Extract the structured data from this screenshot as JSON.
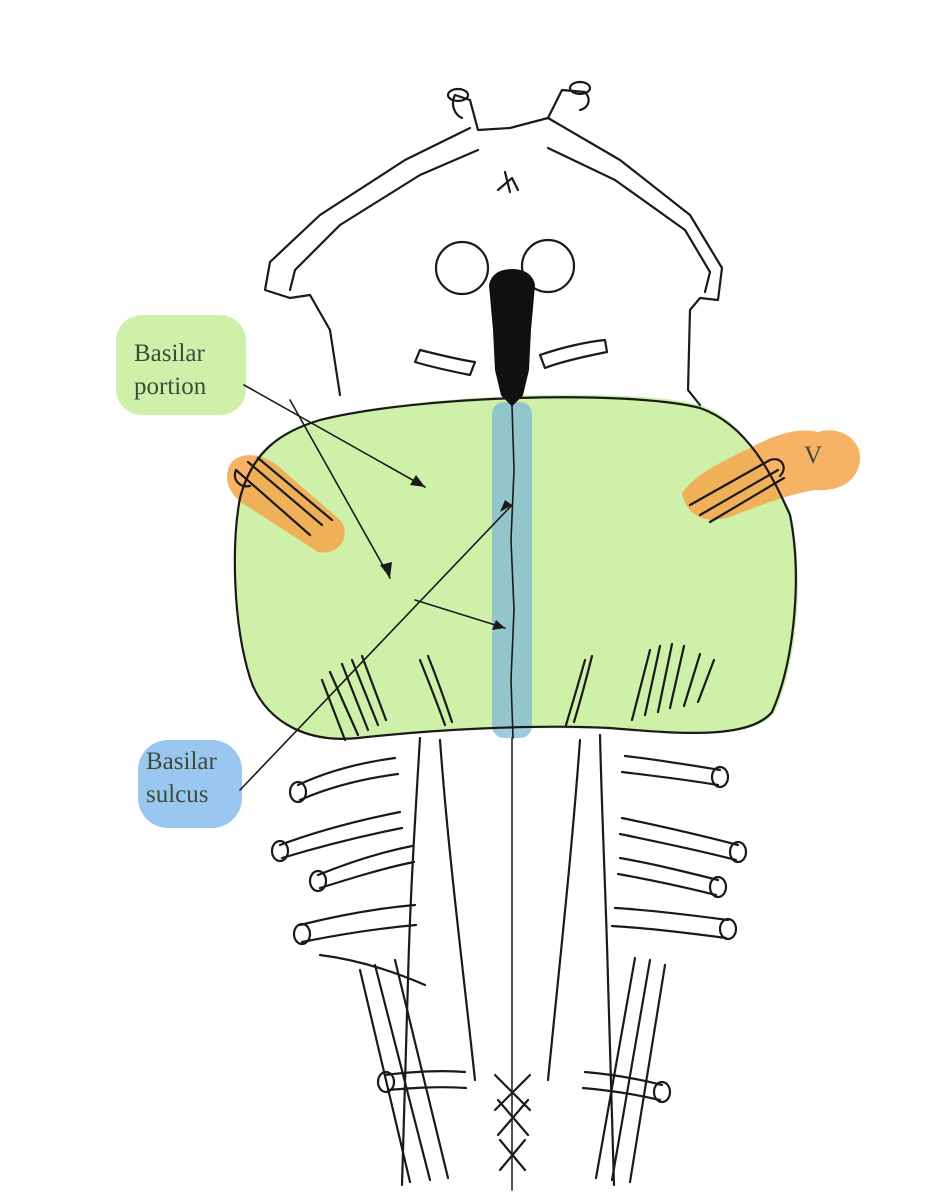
{
  "labels": {
    "basilar_portion": {
      "line1": "Basilar",
      "line2": "portion"
    },
    "basilar_sulcus": {
      "line1": "Basilar",
      "line2": "sulcus"
    },
    "trigeminal": "V"
  },
  "colors": {
    "basilar_portion_highlight": "#c9eea0",
    "basilar_sulcus_highlight": "#8fc1ee",
    "trigeminal_highlight": "#f5a44a",
    "ink": "#1a1a1a",
    "midline_fill": "#111111"
  }
}
